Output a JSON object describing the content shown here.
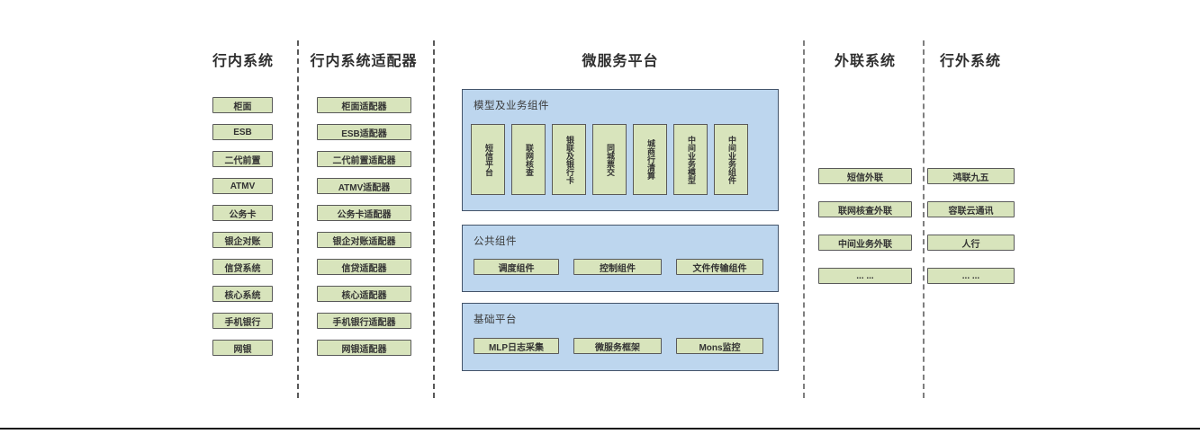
{
  "colors": {
    "box_fill": "#d8e4bc",
    "box_border": "#595959",
    "panel_fill": "#bdd6ee",
    "panel_border": "#44546a",
    "text": "#333333"
  },
  "columns": [
    {
      "id": "internal-systems",
      "title": "行内系统",
      "boxes": [
        "柜面",
        "ESB",
        "二代前置",
        "ATMV",
        "公务卡",
        "银企对账",
        "信贷系统",
        "核心系统",
        "手机银行",
        "网银"
      ]
    },
    {
      "id": "internal-system-adapters",
      "title": "行内系统适配器",
      "boxes": [
        "柜面适配器",
        "ESB适配器",
        "二代前置适配器",
        "ATMV适配器",
        "公务卡适配器",
        "银企对账适配器",
        "信贷适配器",
        "核心适配器",
        "手机银行适配器",
        "网银适配器"
      ]
    },
    {
      "id": "microservice-platform",
      "title": "微服务平台",
      "panels": [
        {
          "title": "模型及业务组件",
          "orientation": "vertical",
          "boxes": [
            "短信平台",
            "联网核查",
            "银联及银行卡",
            "同城票交",
            "城商行清算",
            "中间业务模型",
            "中间业务组件"
          ]
        },
        {
          "title": "公共组件",
          "orientation": "horizontal",
          "boxes": [
            "调度组件",
            "控制组件",
            "文件传输组件"
          ]
        },
        {
          "title": "基础平台",
          "orientation": "horizontal",
          "boxes": [
            "MLP日志采集",
            "微服务框架",
            "Mons监控"
          ]
        }
      ]
    },
    {
      "id": "external-link-systems",
      "title": "外联系统",
      "boxes": [
        "短信外联",
        "联网核查外联",
        "中间业务外联",
        "... ..."
      ]
    },
    {
      "id": "outside-bank-systems",
      "title": "行外系统",
      "boxes": [
        "鸿联九五",
        "容联云通讯",
        "人行",
        "... ..."
      ]
    }
  ]
}
